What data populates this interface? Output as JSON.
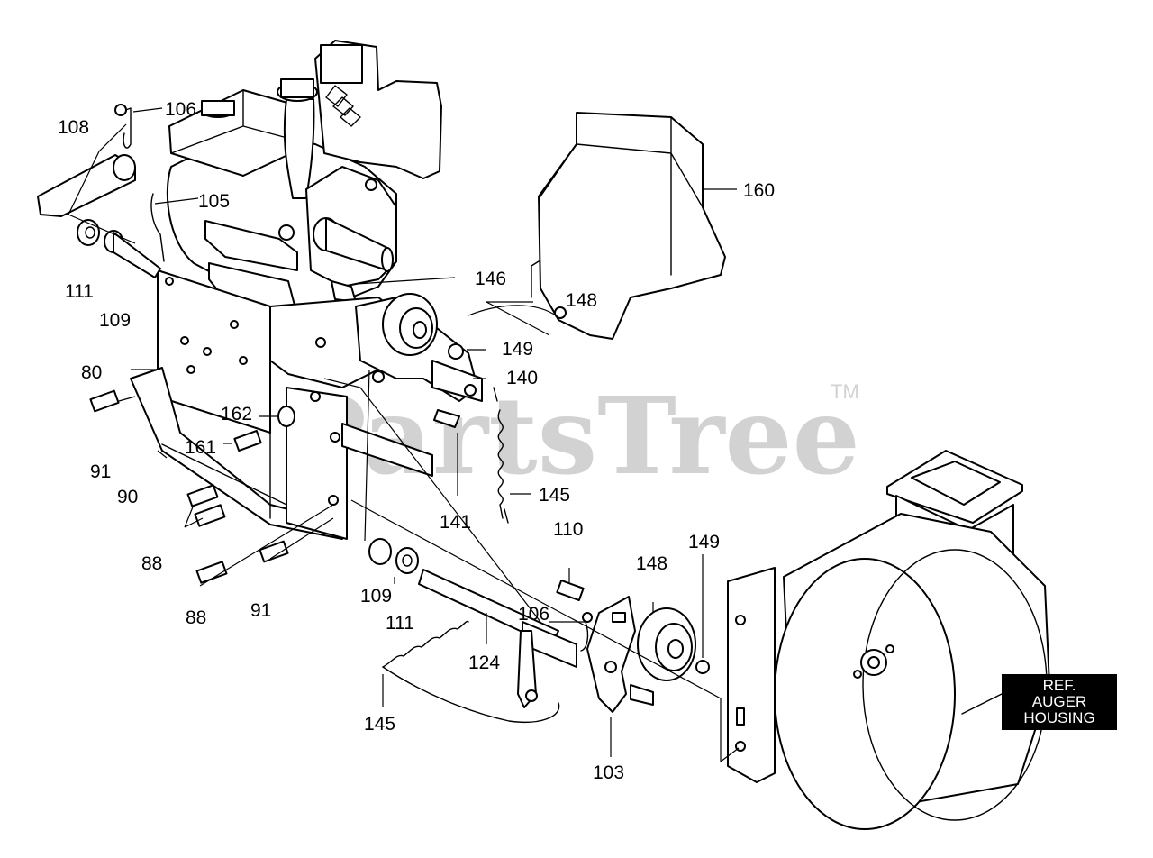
{
  "watermark": {
    "text": "PartsTree",
    "trademark": "TM"
  },
  "reference_label": {
    "line1": "REF.",
    "line2": "AUGER",
    "line3": "HOUSING"
  },
  "callouts": {
    "c108": "108",
    "c106a": "106",
    "c105": "105",
    "c111a": "111",
    "c109a": "109",
    "c80": "80",
    "c91a": "91",
    "c90": "90",
    "c162": "162",
    "c161": "161",
    "c88a": "88",
    "c88b": "88",
    "c91b": "91",
    "c146": "146",
    "c148a": "148",
    "c149a": "149",
    "c140": "140",
    "c141": "141",
    "c145a": "145",
    "c160": "160",
    "c109b": "109",
    "c111b": "111",
    "c124": "124",
    "c145b": "145",
    "c110": "110",
    "c106b": "106",
    "c148b": "148",
    "c149b": "149",
    "c103": "103"
  }
}
